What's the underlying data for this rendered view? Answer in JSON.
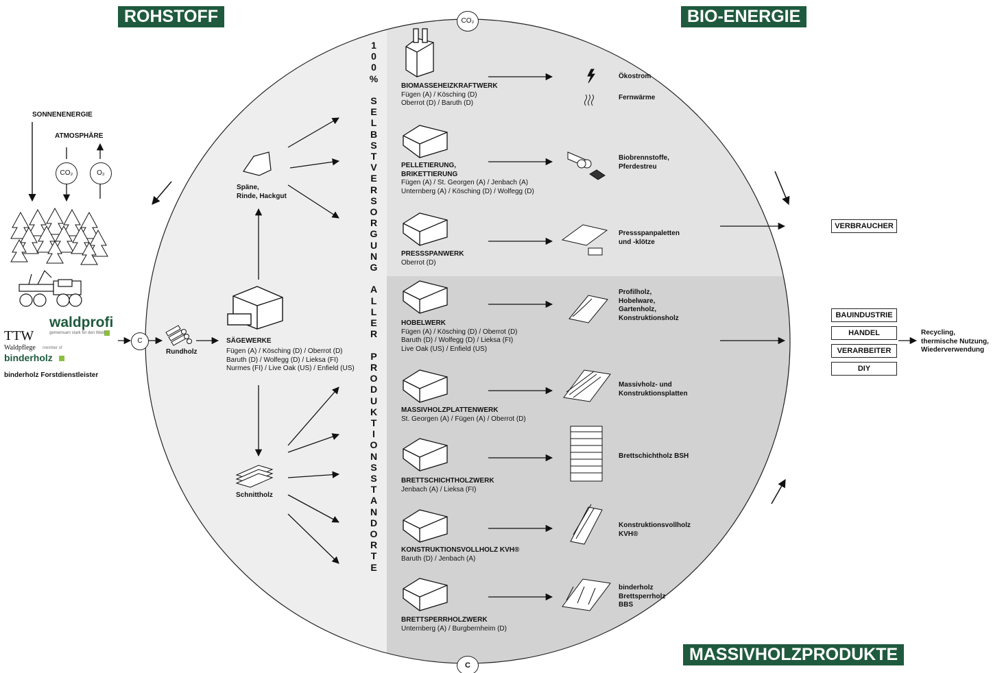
{
  "colors": {
    "banner": "#1f5a3e",
    "upper_band": "#e3e3e3",
    "lower_band": "#d2d2d2",
    "left_band": "#eeeeee"
  },
  "banners": {
    "rohstoff": "ROHSTOFF",
    "bio_energie": "BIO-ENERGIE",
    "massivholz": "MASSIVHOLZPRODUKTE"
  },
  "top_node": "CO₂",
  "bottom_node": "C",
  "rundholz_node": "C",
  "left": {
    "sonnenenergie": "SONNENENERGIE",
    "atmosphaere": "ATMOSPHÄRE",
    "co2": "CO₂",
    "o2": "O₂",
    "logo_waldprofi": "waldprofi",
    "logo_waldprofi_sub": "gemeinsam stark für den Wald",
    "logo_ttw": "TTW",
    "logo_waldpflege": "Waldpflege",
    "logo_member": "member of",
    "logo_binderholz": "binderholz",
    "forst": "binderholz Forstdienstleister"
  },
  "flow": {
    "rundholz": "Rundholz",
    "saegewerke_title": "SÄGEWERKE",
    "saegewerke_lines": [
      "Fügen (A) / Kösching (D) / Oberrot (D)",
      "Baruth (D) / Wolfegg (D) / Lieksa (FI)",
      "Nurmes (FI) / Live Oak (US) / Enfield (US)"
    ],
    "spaene_lines": [
      "Späne,",
      "Rinde, Hackgut"
    ],
    "schnittholz": "Schnittholz"
  },
  "vertical_text": "100% SELBSTVERSORGUNG ALLER PRODUKTIONSSTANDORTE",
  "plants": [
    {
      "title": "BIOMASSEHEIZKRAFTWERK",
      "lines": [
        "Fügen (A) / Kösching (D)",
        "Oberrot (D) / Baruth (D)"
      ]
    },
    {
      "title": "PELLETIERUNG,",
      "title2": "BRIKETTIERUNG",
      "lines": [
        "Fügen (A) / St. Georgen (A) / Jenbach (A)",
        "Unternberg (A) / Kösching (D) / Wolfegg (D)"
      ]
    },
    {
      "title": "PRESSSPANWERK",
      "lines": [
        "Oberrot (D)"
      ]
    },
    {
      "title": "HOBELWERK",
      "lines": [
        "Fügen (A) / Kösching (D) / Oberrot (D)",
        "Baruth (D) / Wolfegg (D) / Lieksa (FI)",
        "Live Oak (US) / Enfield (US)"
      ]
    },
    {
      "title": "MASSIVHOLZPLATTENWERK",
      "lines": [
        "St. Georgen (A) / Fügen (A) / Oberrot (D)"
      ]
    },
    {
      "title": "BRETTSCHICHTHOLZWERK",
      "lines": [
        "Jenbach (A) / Lieksa (FI)"
      ]
    },
    {
      "title": "KONSTRUKTIONSVOLLHOLZ KVH®",
      "lines": [
        "Baruth (D) / Jenbach (A)"
      ]
    },
    {
      "title": "BRETTSPERRHOLZWERK",
      "lines": [
        "Unternberg (A) / Burgbernheim (D)"
      ]
    }
  ],
  "products": {
    "oekostrom": "Ökostrom",
    "fernwaerme": "Fernwärme",
    "biobrenn": [
      "Biobrennstoffe,",
      "Pferdestreu"
    ],
    "pressspan": [
      "Pressspanpaletten",
      "und -klötze"
    ],
    "profil": [
      "Profilholz,",
      "Hobelware,",
      "Gartenholz,",
      "Konstruktionsholz"
    ],
    "massivholz": [
      "Massivholz- und",
      "Konstruktionsplatten"
    ],
    "bsh": "Brettschichtholz BSH",
    "kvh": [
      "Konstruktionsvollholz",
      "KVH®"
    ],
    "bbs": [
      "binderholz",
      "Brettsperrholz",
      "BBS"
    ]
  },
  "right": {
    "verbraucher": "VERBRAUCHER",
    "boxes": [
      "BAUINDUSTRIE",
      "HANDEL",
      "VERARBEITER",
      "DIY"
    ],
    "recycling": [
      "Recycling,",
      "thermische Nutzung,",
      "Wiederverwendung"
    ]
  }
}
